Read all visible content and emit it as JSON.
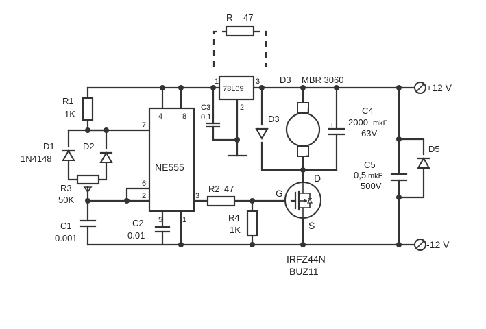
{
  "diagram": {
    "components": {
      "r_alt": {
        "name": "R",
        "value": "47"
      },
      "r1": {
        "name": "R1",
        "value": "1K"
      },
      "d1": {
        "name": "D1",
        "value": "1N4148"
      },
      "d2": {
        "name": "D2"
      },
      "r3": {
        "name": "R3",
        "value": "50K"
      },
      "c1": {
        "name": "C1",
        "value": "0.001"
      },
      "ic": {
        "name": "NE555",
        "pins": {
          "p4": "4",
          "p8": "8",
          "p7": "7",
          "p6": "6",
          "p2": "2",
          "p3": "3",
          "p5": "5",
          "p1": "1"
        }
      },
      "c2": {
        "name": "C2",
        "value": "0.01"
      },
      "c3": {
        "name": "C3",
        "value": "0,1"
      },
      "reg": {
        "name": "78L09",
        "pins": {
          "in": "1",
          "out": "3",
          "gnd": "2"
        }
      },
      "d3_top": {
        "name": "D3",
        "value": "MBR 3060"
      },
      "d3": {
        "name": "D3"
      },
      "motor": {
        "plus": "+",
        "minus": "-"
      },
      "c4": {
        "name": "C4",
        "value": "2000",
        "unit": "mkF",
        "voltage": "63V",
        "plus": "+"
      },
      "r2": {
        "name": "R2",
        "value": "47"
      },
      "r4": {
        "name": "R4",
        "value": "1K"
      },
      "mosfet": {
        "g": "G",
        "d": "D",
        "s": "S",
        "part1": "IRFZ44N",
        "part2": "BUZ11"
      },
      "c5": {
        "name": "C5",
        "value": "0,5",
        "unit": "mkF",
        "voltage": "500V"
      },
      "d5": {
        "name": "D5"
      }
    },
    "terminals": {
      "pos": "+12 V",
      "neg": "-12 V"
    }
  }
}
